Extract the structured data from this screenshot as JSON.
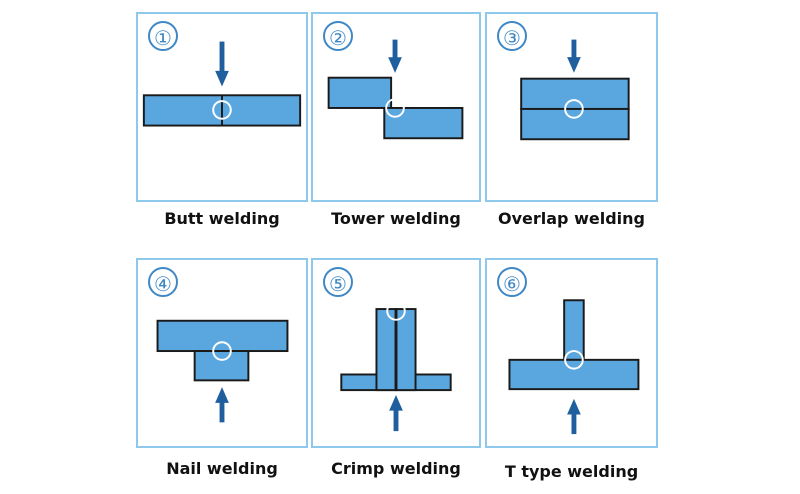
{
  "colors": {
    "fill": "#5aa7e0",
    "stroke": "#1a1a1a",
    "arrow": "#1f5f9e",
    "frame": "#8ec8ea",
    "number": "#3f88c5"
  },
  "panels": [
    {
      "number": "①",
      "label": "Butt welding"
    },
    {
      "number": "②",
      "label": "Tower welding"
    },
    {
      "number": "③",
      "label": "Overlap welding"
    },
    {
      "number": "④",
      "label": "Nail welding"
    },
    {
      "number": "⑤",
      "label": "Crimp welding"
    },
    {
      "number": "⑥",
      "label": "T type welding"
    }
  ]
}
